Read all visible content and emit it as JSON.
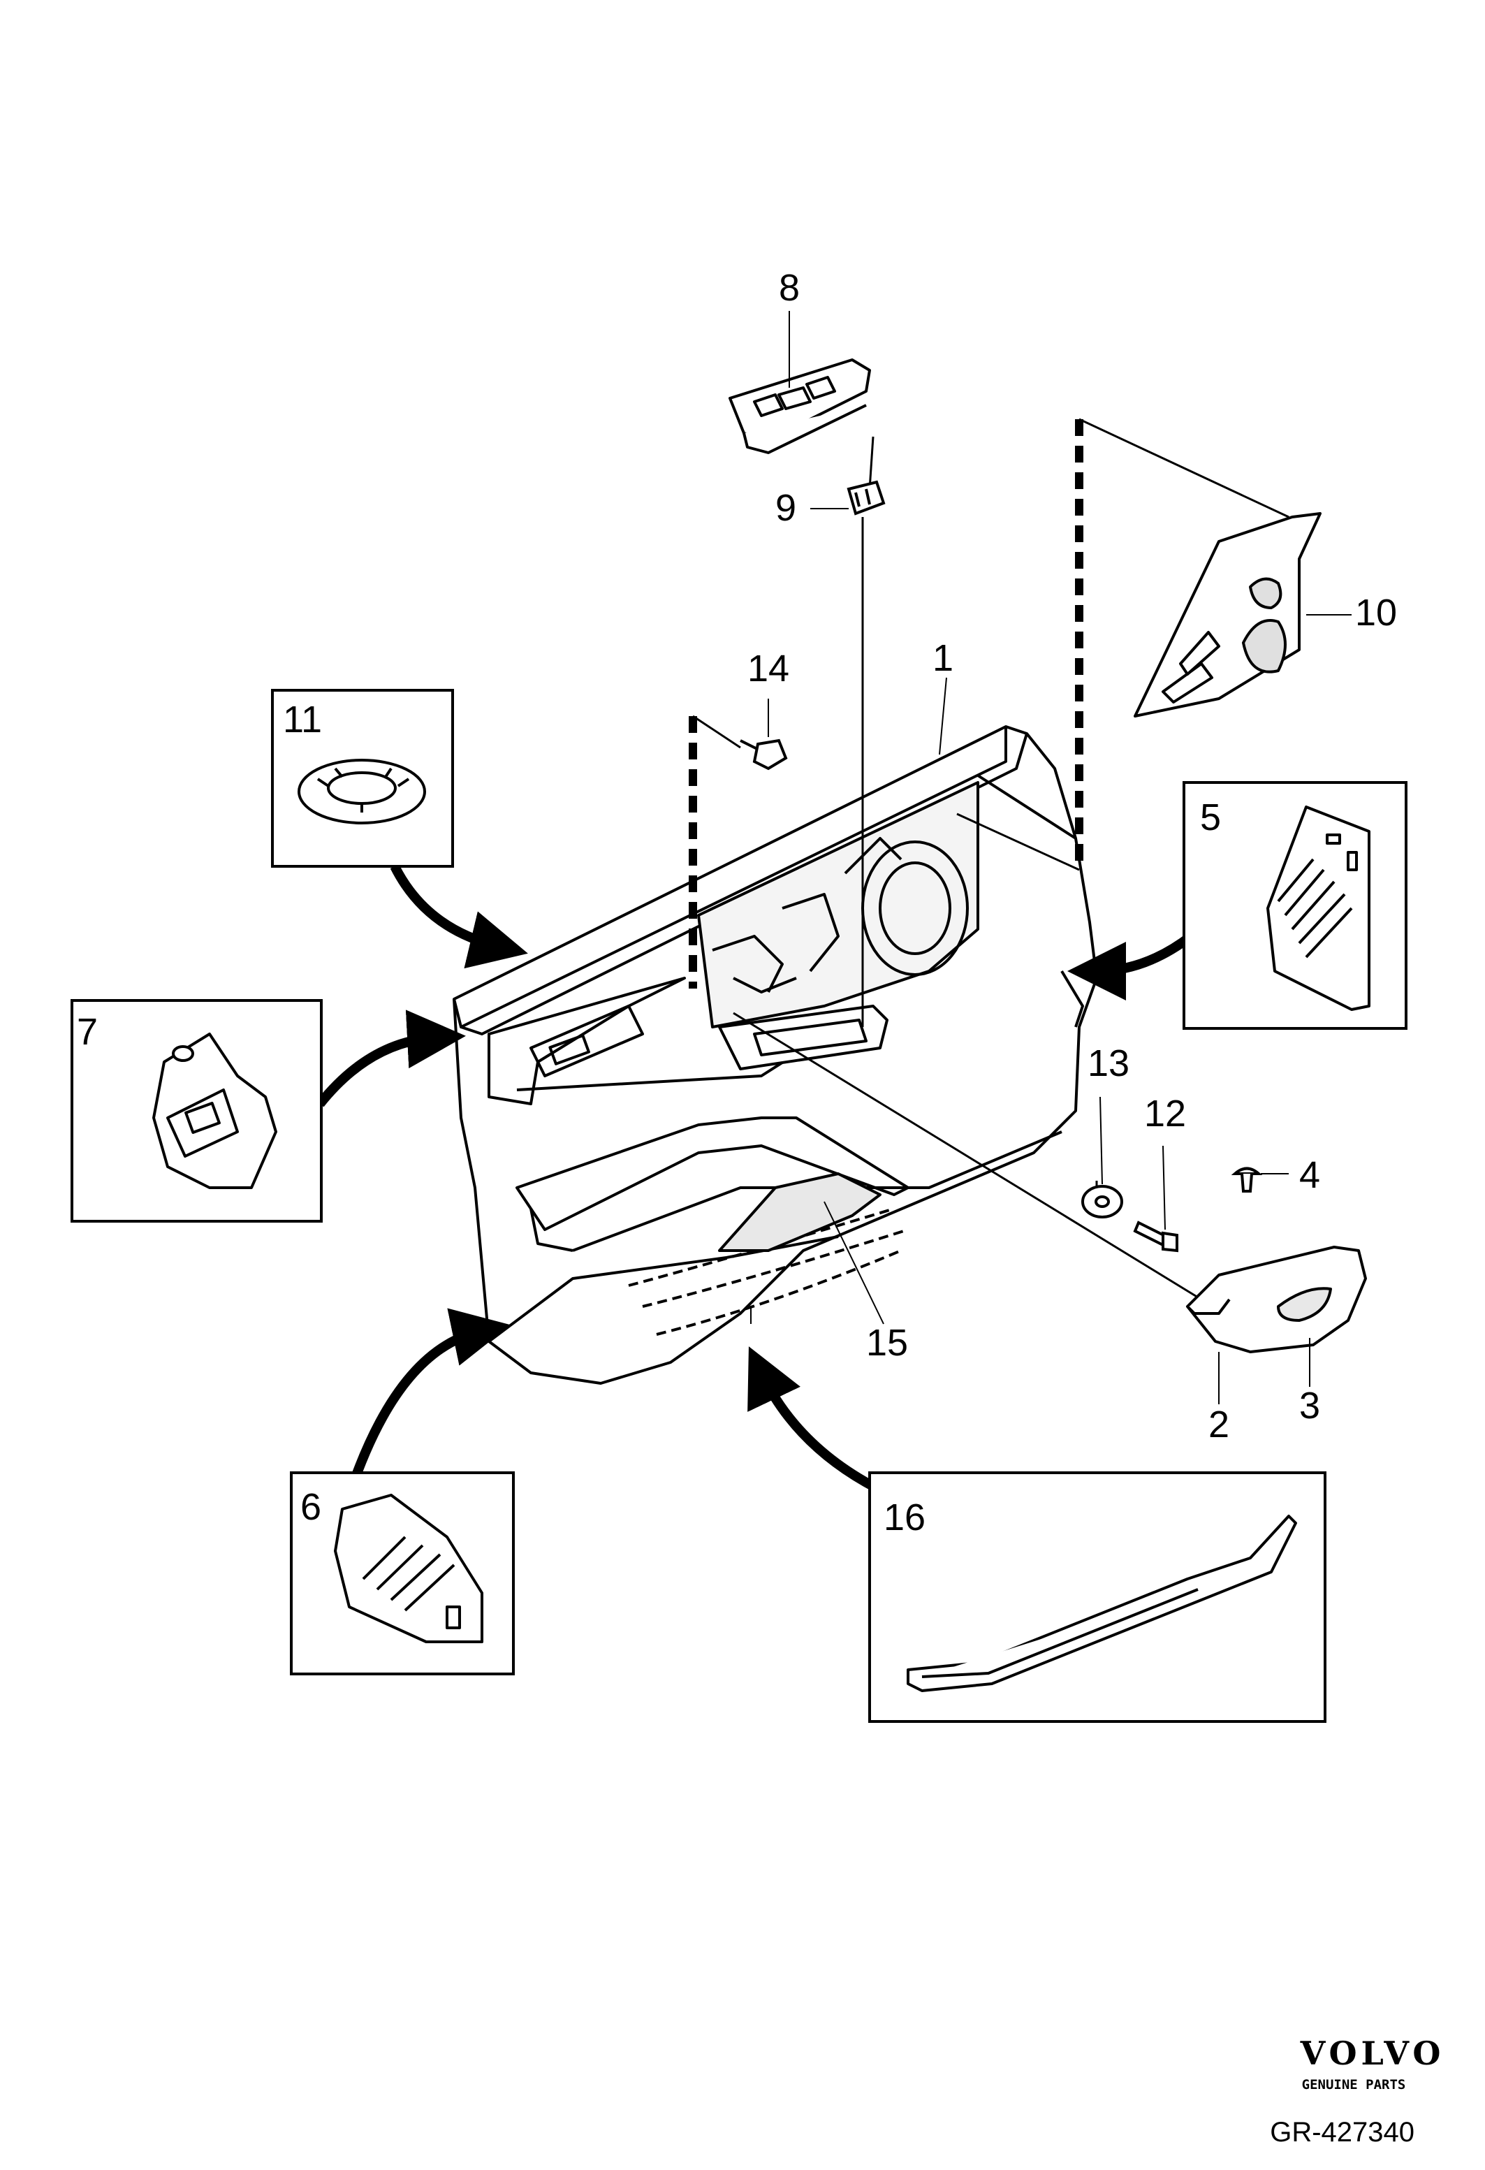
{
  "callouts": {
    "c1": "1",
    "c2": "2",
    "c3": "3",
    "c4": "4",
    "c5": "5",
    "c6": "6",
    "c7": "7",
    "c8": "8",
    "c9": "9",
    "c10": "10",
    "c11": "11",
    "c12": "12",
    "c13": "13",
    "c14": "14",
    "c15": "15",
    "c16": "16"
  },
  "branding": {
    "logo": "VOLVO",
    "tagline": "GENUINE PARTS",
    "reference": "GR-427340"
  }
}
